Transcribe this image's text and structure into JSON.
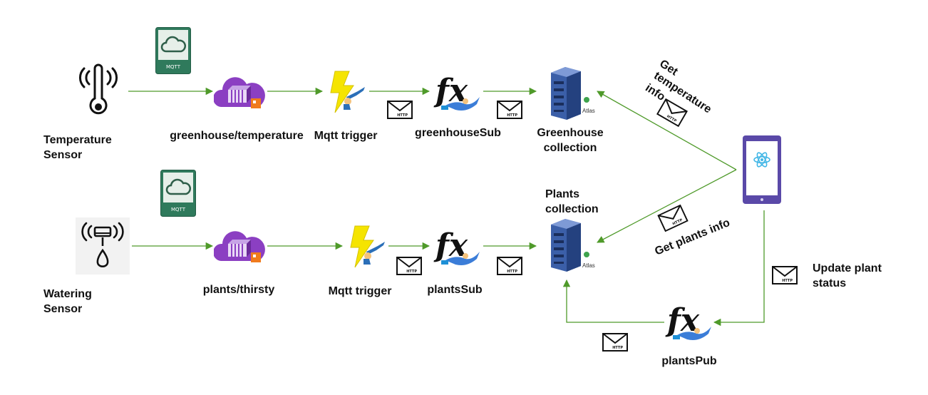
{
  "colors": {
    "arrow": "#4f9a2a",
    "mqtt_badge": "#2f7a5c",
    "broker_purple": "#8b3fc2",
    "broker_orange": "#f07b1d",
    "lightning": "#f5e400",
    "server_blue": "#3b5fa8",
    "phone_frame": "#5a49a8",
    "react_blue": "#41b6e6"
  },
  "icons": {
    "mqtt_cloud": "cloud-mqtt-icon",
    "broker": "message-broker-icon",
    "trigger": "lightning-trigger-icon",
    "function": "fx-function-icon",
    "database": "server-rack-icon",
    "envelope": "http-envelope-icon",
    "phone": "mobile-react-app-icon"
  },
  "badges": {
    "mqtt": "MQTT",
    "http": "HTTP",
    "atlas": "Atlas",
    "fx": "fx"
  },
  "labels": {
    "temperature_sensor": "Temperature\nSensor",
    "watering_sensor": "Watering\nSensor",
    "topic_temperature": "greenhouse/temperature",
    "topic_thirsty": "plants/thirsty",
    "trigger_top": "Mqtt trigger",
    "trigger_bottom": "Mqtt trigger",
    "func_greenhouse_sub": "greenhouseSub",
    "func_plants_sub": "plantsSub",
    "func_plants_pub": "plantsPub",
    "greenhouse_collection": "Greenhouse\ncollection",
    "plants_collection": "Plants\ncollection",
    "get_temperature_info": [
      "Get",
      "temperature",
      "info"
    ],
    "get_plants_info": "Get plants info",
    "update_plant_status": "Update plant\nstatus"
  }
}
